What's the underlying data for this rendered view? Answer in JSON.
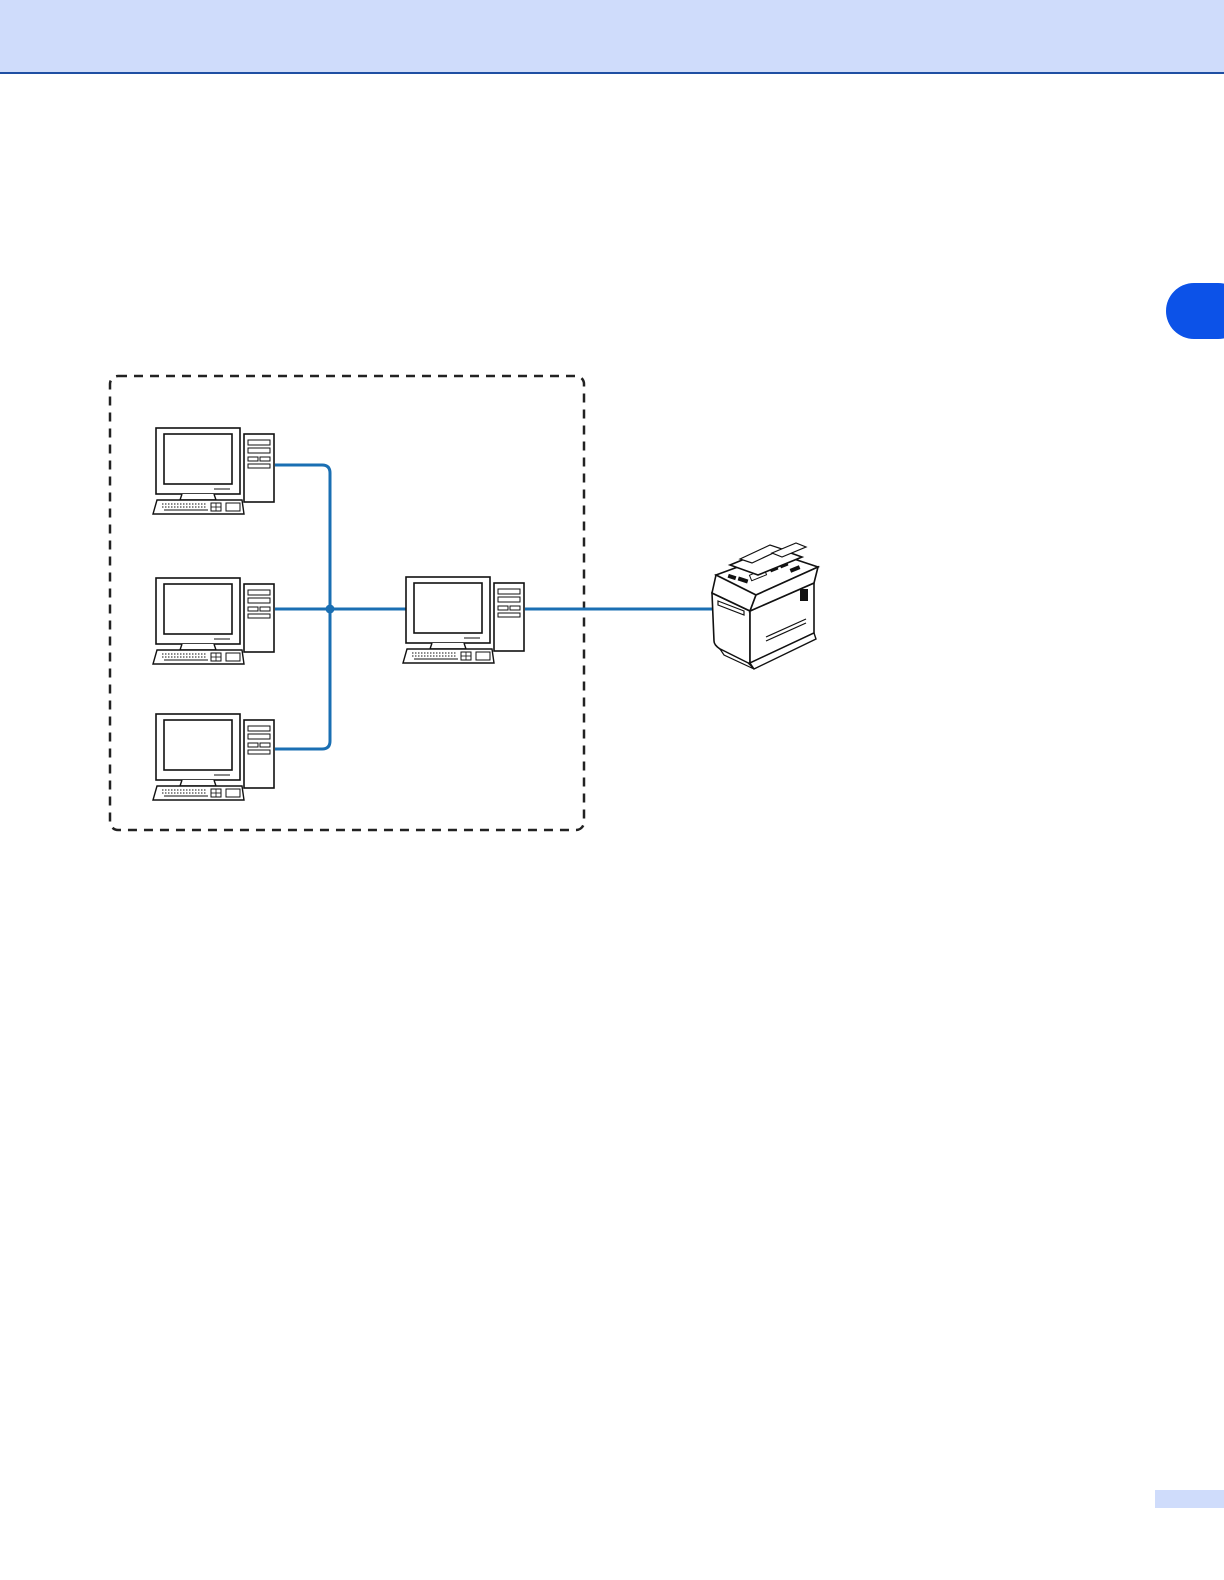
{
  "page": {
    "header_color": "#cfdcfb",
    "header_rule_color": "#1f4fa3",
    "chapter_tab_color": "#0c52e8",
    "page_number_box_color": "#cfdcfb"
  },
  "diagram": {
    "network_line_color": "#1a6fb3",
    "boundary_style": "dashed",
    "nodes": [
      {
        "id": "client-pc-1",
        "icon": "desktop-computer-icon"
      },
      {
        "id": "client-pc-2",
        "icon": "desktop-computer-icon"
      },
      {
        "id": "client-pc-3",
        "icon": "desktop-computer-icon"
      },
      {
        "id": "server-pc",
        "icon": "desktop-computer-icon"
      },
      {
        "id": "network-printer",
        "icon": "multifunction-printer-icon"
      }
    ]
  }
}
